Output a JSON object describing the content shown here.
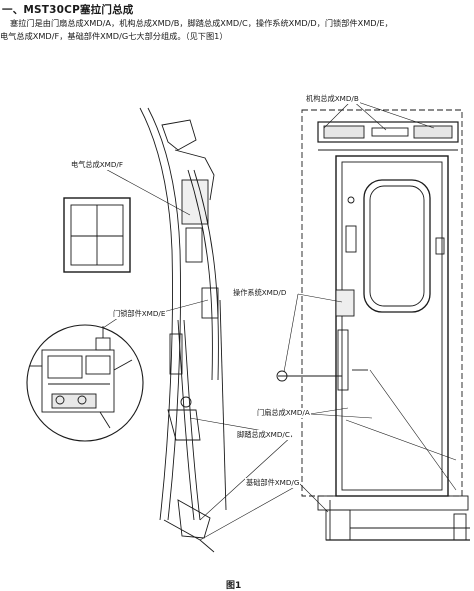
{
  "heading": "一、MST30CP塞拉门总成",
  "intro": {
    "line1": "塞拉门是由门扇总成XMD/A，机构总成XMD/B，脚踏总成XMD/C，操作系统XMD/D，门锁部件XMD/E，",
    "line2": "电气总成XMD/F，基础部件XMD/G七大部分组成。（见下图1）"
  },
  "callouts": {
    "mechanism": "机构总成XMD/B",
    "electrical": "电气总成XMD/F",
    "lock": "门锁部件XMD/E",
    "operating": "操作系统XMD/D",
    "door_leaf": "门扇总成XMD/A",
    "footstep": "脚踏总成XMD/C",
    "base": "基础部件XMD/G"
  },
  "caption": "图1",
  "colors": {
    "line": "#1a1a1a",
    "fill": "#ffffff",
    "shade": "#9a9a9a"
  }
}
